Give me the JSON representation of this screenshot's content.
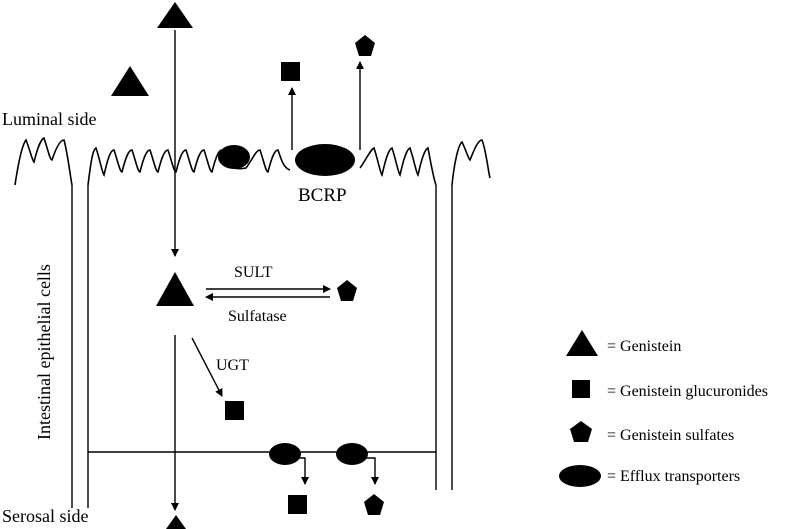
{
  "labels": {
    "luminal": "Luminal side",
    "serosal": "Serosal side",
    "cells": "Intestinal epithelial cells",
    "bcrp": "BCRP",
    "sult": "SULT",
    "sulfatase": "Sulfatase",
    "ugt": "UGT"
  },
  "legend": [
    {
      "shape": "triangle",
      "text": "= Genistein"
    },
    {
      "shape": "square",
      "text": "= Genistein glucuronides"
    },
    {
      "shape": "pentagon",
      "text": "= Genistein sulfates"
    },
    {
      "shape": "ellipse",
      "text": "= Efflux transporters"
    }
  ]
}
